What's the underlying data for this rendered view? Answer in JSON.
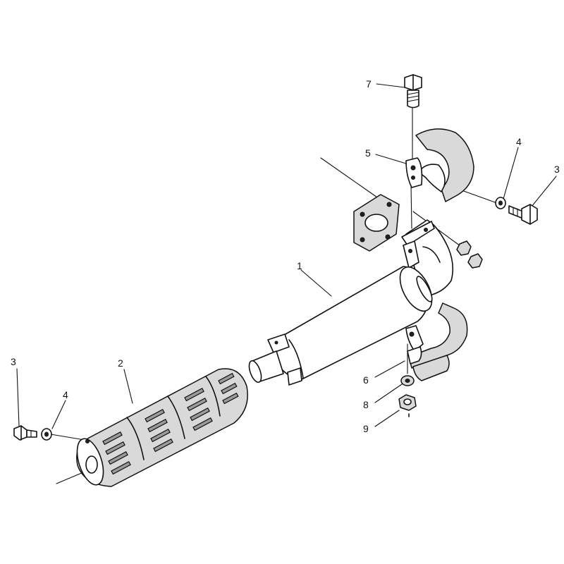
{
  "callouts": [
    {
      "id": "c1",
      "text": "1"
    },
    {
      "id": "c2",
      "text": "2"
    },
    {
      "id": "c3a",
      "text": "3"
    },
    {
      "id": "c3b",
      "text": "3"
    },
    {
      "id": "c4a",
      "text": "4"
    },
    {
      "id": "c4b",
      "text": "4"
    },
    {
      "id": "c5",
      "text": "5"
    },
    {
      "id": "c6",
      "text": "6"
    },
    {
      "id": "c7",
      "text": "7"
    },
    {
      "id": "c8",
      "text": "8"
    },
    {
      "id": "c9",
      "text": "9"
    }
  ]
}
